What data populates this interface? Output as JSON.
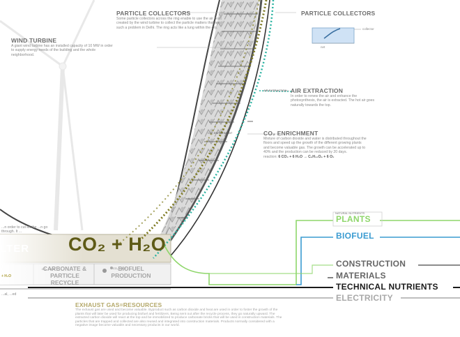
{
  "labels": {
    "particle_collectors_left": {
      "title": "PARTICLE COLLECTORS",
      "body": "Some particle collectors across the ring enable to use the air draft created by the wind turbine to collect the particle matters that are such a problem in Delhi. The ring acts like a lung within the city."
    },
    "particle_collectors_right": {
      "title": "PARTICLE COLLECTORS",
      "collector_tag": "collector",
      "net_tag": "net"
    },
    "wind_turbine": {
      "title": "WIND TURBINE",
      "body": "A giant wind turbine has an installed capacity of 10 MW in order to supply energy needs of the building and the whole neighborhood."
    },
    "air_extraction": {
      "title": "AIR EXTRACTION",
      "ring_tag": "AIR EXTRACTION",
      "body": "In order to renew the air and enhance the photosynthesis, the air is extracted. The hot air goes naturally towards the top."
    },
    "co2_enrichment": {
      "title": "CO₂ ENRICHMENT",
      "ring_tag": "CO₂ ENRICHMENT",
      "body": "Mixture of carbon dioxide and water is distributed throughout the floors and speed up the growth of the different growing plants and become valuable gas. The growth can be accelerated up to 40% and the production can be reduced by 20 days.",
      "reaction_prefix": "reaction:",
      "reaction": "6 CO₂ + 6 H₂O → C₆H₁₂O₆ + 6 O₂"
    },
    "filter_note": "...n order to cut let the ...n go through. It ...",
    "filter": "LTER",
    "co2_h2o": "CO₂ + H₂O",
    "small_co2": "CO₂ + H₂O",
    "small_co2_b": "CO₂ + H₂O",
    "carbonate": "CARBONATE &\nPARTICLE RECYCLE",
    "biofuel_production": "BIOFUEL\nPRODUCTION",
    "left_h2o": "+ H₂O",
    "exhaust": {
      "title": "EXHAUST GAS=RESOURCES",
      "body": "The exhaust gas are used and become valuable. Byproduct such as carbon dioxide and heat are used in order to foster the growth of the plants that will later be used for producing biofuel and fertilizers. Being sent out after the recycle process, they go naturally upward. The extracted carbon dioxide will react at the top and be immobilized to produce carbonate bricks that will be used in construction materials. The particles that are trapped and collected are also reused and integrated into construction materials. Products normally considered with a negative image become valuable and necessary products in our world."
    },
    "left_stub": "...al, ...ed"
  },
  "outputs": {
    "natural_nutrients": "NATURAL NUTRIENTS",
    "plants": "PLANTS",
    "biofuel": "BIOFUEL",
    "construction": "CONSTRUCTION",
    "materials": "MATERIALS",
    "technical_nutrients": "TECHNICAL NUTRIENTS",
    "electricity": "ELECTRICITY"
  },
  "colors": {
    "plants": "#8ed66a",
    "biofuel": "#3a9bd1",
    "construction": "#666666",
    "technical": "#1a1a1a",
    "electricity": "#a8a8a8",
    "co2_olive": "#7e7a24",
    "teal_dots": "#2cb3a2",
    "exhaust_title": "#b4a86a"
  }
}
